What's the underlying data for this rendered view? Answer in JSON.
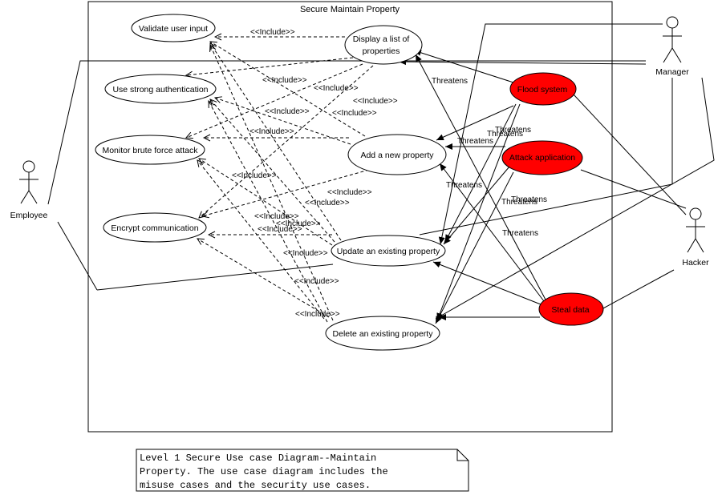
{
  "system": {
    "title": "Secure Maintain Property"
  },
  "actors": {
    "employee": "Employee",
    "manager": "Manager",
    "hacker": "Hacker"
  },
  "use_cases": {
    "display_list": [
      "Display a list of",
      "properties"
    ],
    "add_property": "Add a new property",
    "update_property": "Update an existing property",
    "delete_property": "Delete an existing property"
  },
  "security_use_cases": {
    "validate_input": "Validate user input",
    "strong_auth": "Use strong authentication",
    "monitor_brute_force": "Monitor brute force attack",
    "encrypt_comm": "Encrypt communication"
  },
  "misuse_cases": {
    "flood_system": "Flood system",
    "attack_application": "Attack application",
    "steal_data": "Steal data"
  },
  "colors": {
    "misuse_fill": "#ff0000",
    "line": "#000000"
  },
  "relation_labels": {
    "include": "<<Include>>",
    "threatens": "Threatens"
  },
  "note": {
    "lines": [
      "Level 1 Secure Use case Diagram--Maintain",
      "Property. The use case diagram includes the",
      "misuse cases and the security use cases."
    ]
  }
}
